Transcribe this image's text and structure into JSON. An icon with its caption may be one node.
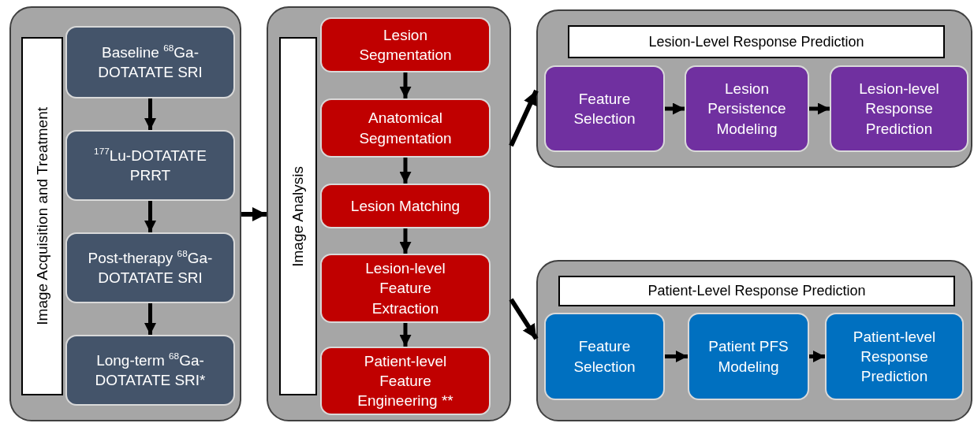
{
  "diagram": {
    "nodes": [
      {
        "text": [
          "Image Acquisition and Treatment"
        ]
      },
      {
        "text": [
          "Baseline $^{68}$Ga-DOTATATE SRI"
        ],
        "in": 0
      },
      {
        "text": [
          "$^{177}$Lu-DOTATATE PRRT"
        ],
        "in": 0
      },
      {
        "text": [
          "Post-therapy $^{68}$Ga-DOTATATE SRI"
        ],
        "in": 0
      },
      {
        "text": [
          "Long-term $^{68}$Ga-DOTATATE SRI*"
        ],
        "in": 0
      },
      {
        "text": [
          "Image Analysis"
        ]
      },
      {
        "text": [
          "Lesion Segmentation"
        ],
        "in": 5
      },
      {
        "text": [
          "Anatomical Segmentation"
        ],
        "in": 5
      },
      {
        "text": [
          "Lesion Matching"
        ],
        "in": 5
      },
      {
        "text": [
          "Lesion-level Feature Extraction"
        ],
        "in": 5
      },
      {
        "text": [
          "Patient-level Feature Engineering **"
        ],
        "in": 5
      },
      {
        "text": [
          "Lesion-Level Response Prediction"
        ]
      },
      {
        "text": [
          "Feature Selection"
        ],
        "in": 11
      },
      {
        "text": [
          "Lesion Persistence Modeling"
        ],
        "in": 11
      },
      {
        "text": [
          "Lesion-level Response Prediction"
        ],
        "in": 11
      },
      {
        "text": [
          "Patient-Level Response Prediction"
        ]
      },
      {
        "text": [
          "Feature Selection"
        ],
        "in": 15
      },
      {
        "text": [
          "Patient PFS Modeling"
        ],
        "in": 15
      },
      {
        "text": [
          "Patient-level Response Prediction"
        ],
        "in": 15
      }
    ],
    "edges": [
      {
        "from": 1,
        "to": 2,
        "arrow": "to"
      },
      {
        "from": 2,
        "to": 3,
        "arrow": "to"
      },
      {
        "from": 3,
        "to": 4,
        "arrow": "to"
      },
      {
        "from": 0,
        "to": 5,
        "arrow": "to"
      },
      {
        "from": 6,
        "to": 7,
        "arrow": "to"
      },
      {
        "from": 7,
        "to": 8,
        "arrow": "to"
      },
      {
        "from": 8,
        "to": 9,
        "arrow": "to"
      },
      {
        "from": 9,
        "to": 10,
        "arrow": "to"
      },
      {
        "from": 5,
        "to": 11,
        "arrow": "to"
      },
      {
        "from": 5,
        "to": 15,
        "arrow": "to"
      },
      {
        "from": 12,
        "to": 13,
        "arrow": "to"
      },
      {
        "from": 13,
        "to": 14,
        "arrow": "to"
      },
      {
        "from": 16,
        "to": 17,
        "arrow": "to"
      },
      {
        "from": 17,
        "to": 18,
        "arrow": "to"
      }
    ]
  }
}
